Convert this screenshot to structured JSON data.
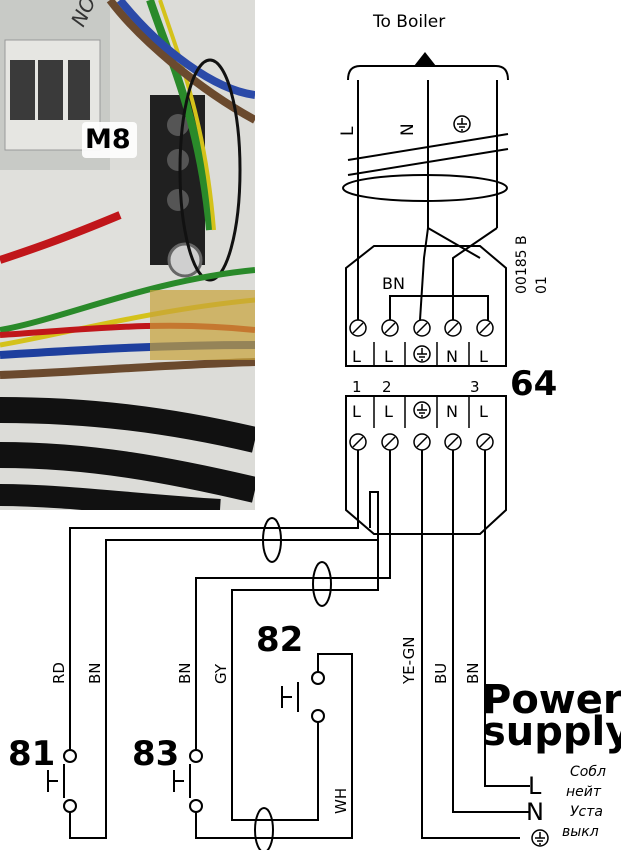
{
  "header": {
    "to_boiler": "To Boiler"
  },
  "photo": {
    "terminal_label": "M8",
    "brand_fragment": "NOR"
  },
  "cable_top": {
    "l": "L",
    "n": "N"
  },
  "doc_code": {
    "line1": "00185 B",
    "line2": "01"
  },
  "terminal_upper": {
    "bn": "BN",
    "labels": [
      "L",
      "L",
      "N",
      "L"
    ]
  },
  "terminal_lower": {
    "numbers": [
      "1",
      "2",
      "3"
    ],
    "labels": [
      "L",
      "L",
      "N",
      "L"
    ],
    "block_number": "64"
  },
  "wires": {
    "rd": "RD",
    "bn1": "BN",
    "bn2": "BN",
    "gy": "GY",
    "yegn": "YE-GN",
    "bu": "BU",
    "bn3": "BN",
    "wh": "WH"
  },
  "switches": {
    "s81": "81",
    "s82": "82",
    "s83": "83"
  },
  "power": {
    "line1": "Power",
    "line2": "supply",
    "l": "L",
    "n": "N"
  },
  "note": {
    "line1": "Собл",
    "line2": "нейт",
    "line3": "Уста",
    "line4": "выкл"
  }
}
